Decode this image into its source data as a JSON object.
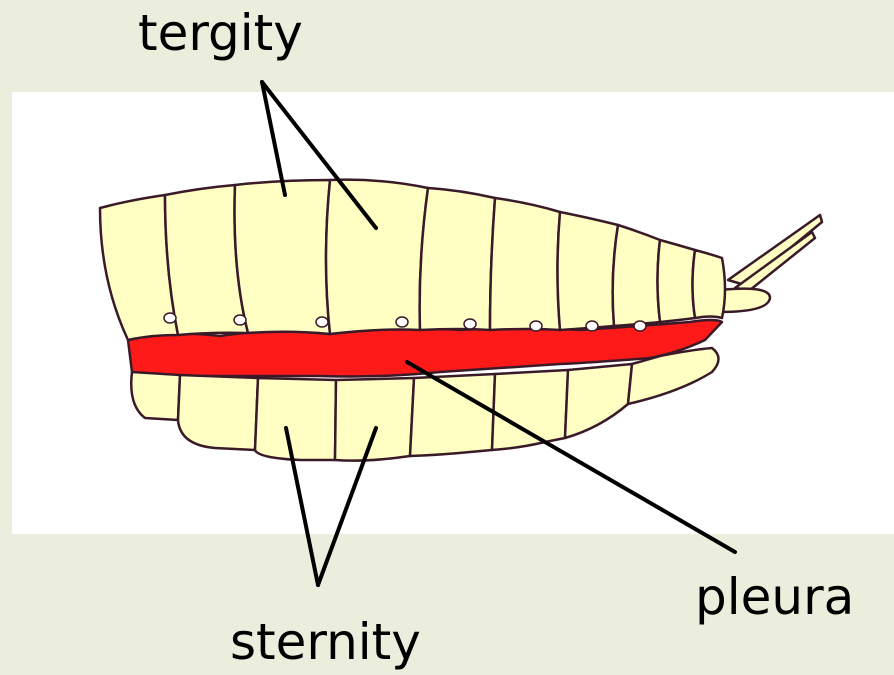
{
  "labels": {
    "tergity": "tergity",
    "pleura": "pleura",
    "sternity": "sternity"
  },
  "colors": {
    "background": "#eceedd",
    "panel": "#ffffff",
    "segment_fill": "#ffffc4",
    "pleura_fill": "#ff1a1a",
    "outline": "#3a1a28",
    "leader_line": "#000000"
  }
}
